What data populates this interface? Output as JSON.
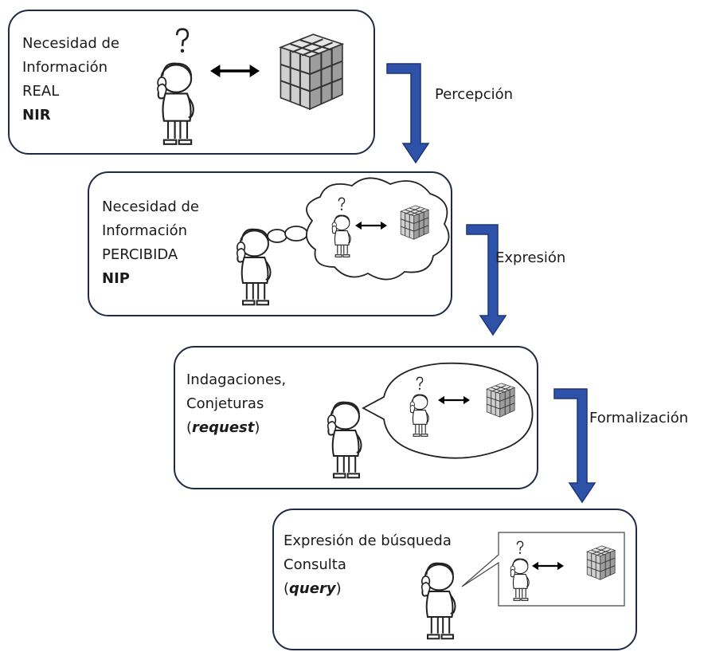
{
  "colors": {
    "arrow": "#2e52a8",
    "arrow_dark": "#1c3478",
    "box_border": "#1f2a44"
  },
  "boxes": [
    {
      "lines": [
        "Necesidad de",
        "Información",
        "REAL"
      ],
      "acronym": "NIR"
    },
    {
      "lines": [
        "Necesidad de",
        "Información",
        "PERCIBIDA"
      ],
      "acronym": "NIP"
    },
    {
      "lines": [
        "Indagaciones,",
        "Conjeturas"
      ],
      "term_open": "(",
      "term": "request",
      "term_close": ")"
    },
    {
      "lines": [
        "Expresión de búsqueda",
        "Consulta"
      ],
      "term_open": "(",
      "term": "query",
      "term_close": ")"
    }
  ],
  "transitions": [
    "Percepción",
    "Expresión",
    "Formalización"
  ],
  "icons": [
    "person-icon",
    "question-mark-icon",
    "double-arrow-icon",
    "cube-icon",
    "thought-cloud-icon",
    "speech-bubble-icon",
    "flow-arrow-icon"
  ]
}
